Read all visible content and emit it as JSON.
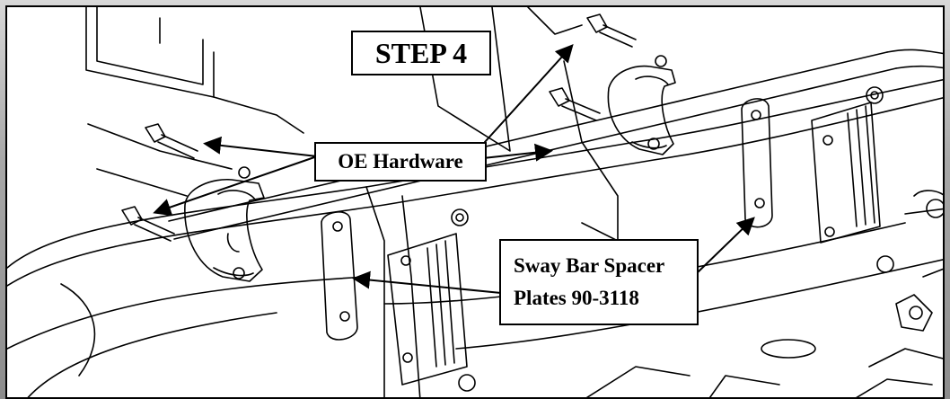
{
  "step_title": "STEP 4",
  "callouts": {
    "oe_hardware": "OE Hardware",
    "spacer_line1": "Sway Bar Spacer",
    "spacer_line2": "Plates 90-3118"
  },
  "colors": {
    "line": "#000000",
    "background": "#ffffff",
    "frame": "#9a9a9a"
  }
}
